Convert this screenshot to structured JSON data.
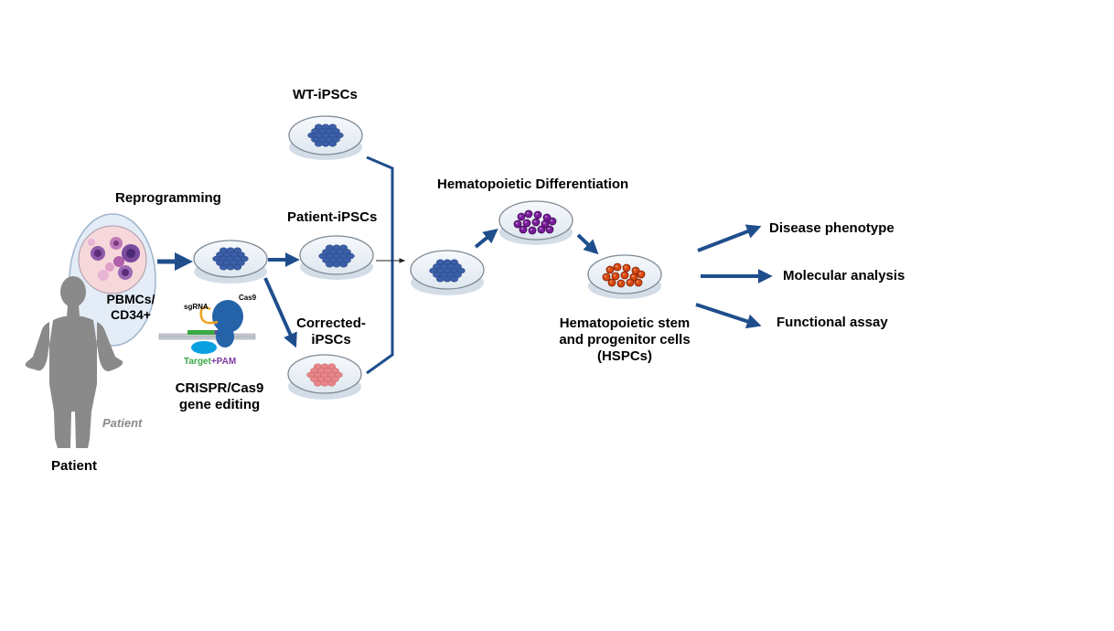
{
  "labels": {
    "reprogramming": "Reprogramming",
    "pbmcs_line1": "PBMCs/",
    "pbmcs_line2": "CD34+",
    "patient_italic": "Patient",
    "patient": "Patient",
    "wt_ipscs": "WT-iPSCs",
    "patient_ipscs": "Patient-iPSCs",
    "corrected_line1": "Corrected-",
    "corrected_line2": "iPSCs",
    "sgrna": "sgRNA",
    "cas9": "Cas9",
    "target": "Target",
    "plus_pam": "+PAM",
    "crispr_line1": "CRISPR/Cas9",
    "crispr_line2": "gene editing",
    "hema_diff": "Hematopoietic Differentiation",
    "hspc_line1": "Hematopoietic stem",
    "hspc_line2": "and progenitor cells",
    "hspc_line3": "(HSPCs)",
    "disease": "Disease phenotype",
    "molecular": "Molecular analysis",
    "functional": "Functional assay"
  },
  "colors": {
    "arrow": "#1f4e8c",
    "ipsc_blue": "#3b5fa8",
    "corrected_pink": "#e8868a",
    "diff_purple": "#7a1b9a",
    "hspc_orange": "#d9480f",
    "dish_outline": "#7f8a94",
    "ellipse_fill": "#e4edf7",
    "silhouette": "#8a8a8a",
    "target_green": "#3aa845",
    "pam_purple": "#7b3aa0",
    "cas9_blue": "#2563a8"
  }
}
